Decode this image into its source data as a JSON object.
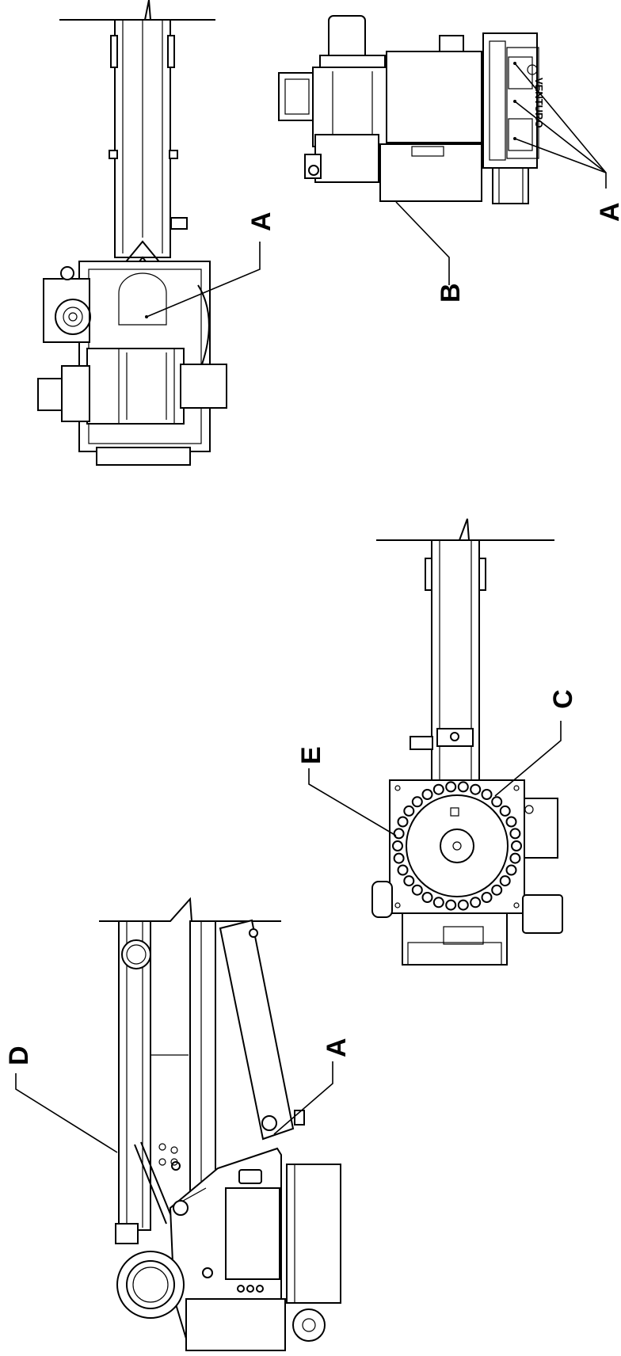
{
  "labels": {
    "top_left_A": "A",
    "top_right_A": "A",
    "top_right_B": "B",
    "middle_C": "C",
    "middle_E": "E",
    "bottom_D": "D",
    "bottom_A": "A"
  },
  "logo_text": "VENTURO"
}
